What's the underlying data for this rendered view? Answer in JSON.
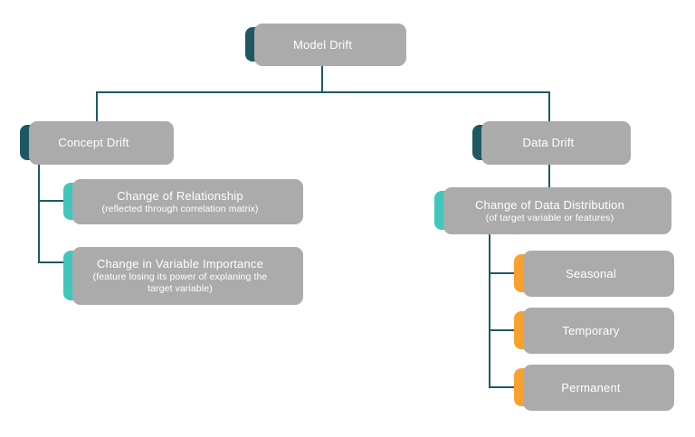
{
  "diagram": {
    "type": "tree-flowchart",
    "nodes": {
      "root": {
        "label": "Model Drift"
      },
      "concept": {
        "label": "Concept Drift"
      },
      "data": {
        "label": "Data Drift"
      },
      "relationship": {
        "title": "Change of Relationship",
        "subtitle": "(reflected through correlation matrix)"
      },
      "importance": {
        "title": "Change in Variable Importance",
        "subtitle": "(feature losing its power of explaning the target variable)"
      },
      "distribution": {
        "title": "Change of Data Distribution",
        "subtitle": "(of target variable or features)"
      },
      "seasonal": {
        "label": "Seasonal"
      },
      "temporary": {
        "label": "Temporary"
      },
      "permanent": {
        "label": "Permanent"
      }
    },
    "edges": [
      [
        "root",
        "concept"
      ],
      [
        "root",
        "data"
      ],
      [
        "concept",
        "relationship"
      ],
      [
        "concept",
        "importance"
      ],
      [
        "data",
        "distribution"
      ],
      [
        "distribution",
        "seasonal"
      ],
      [
        "distribution",
        "temporary"
      ],
      [
        "distribution",
        "permanent"
      ]
    ],
    "colors": {
      "dark_teal": "#1e5963",
      "turquoise": "#41c6bb",
      "orange": "#f9a12f",
      "line": "#1e5963",
      "shadow": "#ababab",
      "background": "#ffffff",
      "text": "#ffffff"
    }
  }
}
